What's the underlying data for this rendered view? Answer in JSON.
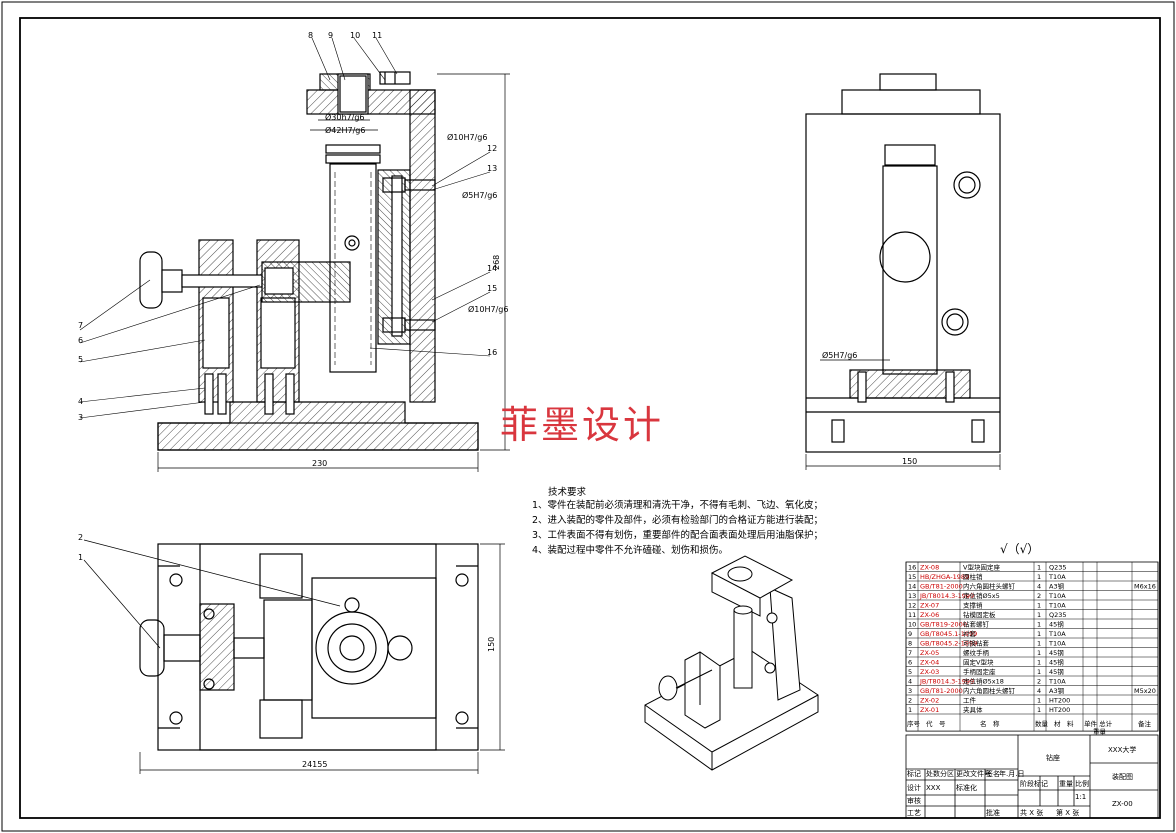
{
  "watermark": "菲墨设计",
  "dimensions": {
    "front_width": "230",
    "front_height": "268",
    "side_width": "150",
    "top_width": "24155",
    "top_height": "150"
  },
  "fits": {
    "f1": "Ø30h7/g6",
    "f2": "Ø42H7/g6",
    "f3": "Ø10H7/g6",
    "f4": "Ø5H7/g6",
    "f5": "Ø10H7/g6",
    "f6": "Ø5H7/g6"
  },
  "balloons": {
    "front": [
      "8",
      "9",
      "10",
      "11",
      "12",
      "13",
      "14",
      "15",
      "16",
      "7",
      "6",
      "5",
      "4",
      "3"
    ],
    "top": [
      "2",
      "1"
    ]
  },
  "tech_req": {
    "title": "技术要求",
    "lines": [
      "1、零件在装配前必须清理和清洗干净，不得有毛刺、飞边、氧化皮；",
      "2、进入装配的零件及部件，必须有检验部门的合格证方能进行装配；",
      "3、工件表面不得有划伤，重要部件的配合面表面处理后用油脂保护；",
      "4、装配过程中零件不允许磕碰、划伤和损伤。"
    ]
  },
  "roughness": "√（√）",
  "bom": {
    "rows": [
      {
        "no": "16",
        "code": "ZX-08",
        "name": "V型块固定座",
        "qty": "1",
        "mat": "Q235",
        "note": ""
      },
      {
        "no": "15",
        "code": "HB/ZHGA-1989",
        "name": "圆柱销",
        "qty": "1",
        "mat": "T10A",
        "note": ""
      },
      {
        "no": "14",
        "code": "GB/T81-2000",
        "name": "内六角圆柱头螺钉",
        "qty": "4",
        "mat": "A3钢",
        "note": "M6x16"
      },
      {
        "no": "13",
        "code": "JB/T8014.3-1999",
        "name": "定位销Ø5x5",
        "qty": "2",
        "mat": "T10A",
        "note": ""
      },
      {
        "no": "12",
        "code": "ZX-07",
        "name": "支撑销",
        "qty": "1",
        "mat": "T10A",
        "note": ""
      },
      {
        "no": "11",
        "code": "ZX-06",
        "name": "钻模固定板",
        "qty": "1",
        "mat": "Q235",
        "note": ""
      },
      {
        "no": "10",
        "code": "GB/T819-2000",
        "name": "钻套螺钉",
        "qty": "1",
        "mat": "45钢",
        "note": ""
      },
      {
        "no": "9",
        "code": "GB/T8045.1-1999",
        "name": "衬套",
        "qty": "1",
        "mat": "T10A",
        "note": ""
      },
      {
        "no": "8",
        "code": "GB/T8045.2-1999",
        "name": "可换钻套",
        "qty": "1",
        "mat": "T10A",
        "note": ""
      },
      {
        "no": "7",
        "code": "ZX-05",
        "name": "螺纹手柄",
        "qty": "1",
        "mat": "45钢",
        "note": ""
      },
      {
        "no": "6",
        "code": "ZX-04",
        "name": "固定V型块",
        "qty": "1",
        "mat": "45钢",
        "note": ""
      },
      {
        "no": "5",
        "code": "ZX-03",
        "name": "手柄固定座",
        "qty": "1",
        "mat": "45钢",
        "note": ""
      },
      {
        "no": "4",
        "code": "JB/T8014.3-1999",
        "name": "定位销Ø5x18",
        "qty": "2",
        "mat": "T10A",
        "note": ""
      },
      {
        "no": "3",
        "code": "GB/T81-2000",
        "name": "内六角圆柱头螺钉",
        "qty": "4",
        "mat": "A3钢",
        "note": "M5x20"
      },
      {
        "no": "2",
        "code": "ZX-02",
        "name": "工件",
        "qty": "1",
        "mat": "HT200",
        "note": ""
      },
      {
        "no": "1",
        "code": "ZX-01",
        "name": "夹具体",
        "qty": "1",
        "mat": "HT200",
        "note": ""
      }
    ],
    "header": {
      "seq": "序号",
      "code": "代　号",
      "name": "名　称",
      "qty": "数量",
      "mat": "材　料",
      "weight": "单件 总计",
      "weight2": "重量",
      "note": "备注"
    }
  },
  "title_block": {
    "part": "钻座",
    "school": "XXX大学",
    "drawing": "装配图",
    "number": "ZX-00",
    "scale": "1:1",
    "labels": {
      "mark": "标记",
      "count": "处数",
      "zone": "分区",
      "change_doc": "更改文件号",
      "sign": "签名",
      "date": "年.月.日",
      "design": "设计",
      "designer": "XXX",
      "std": "标准化",
      "stage": "阶段标记",
      "weight": "重量",
      "scale_label": "比例",
      "review": "审核",
      "process": "工艺",
      "approve": "批准",
      "sheets": "共 X 张",
      "sheet": "第 X 张"
    }
  }
}
